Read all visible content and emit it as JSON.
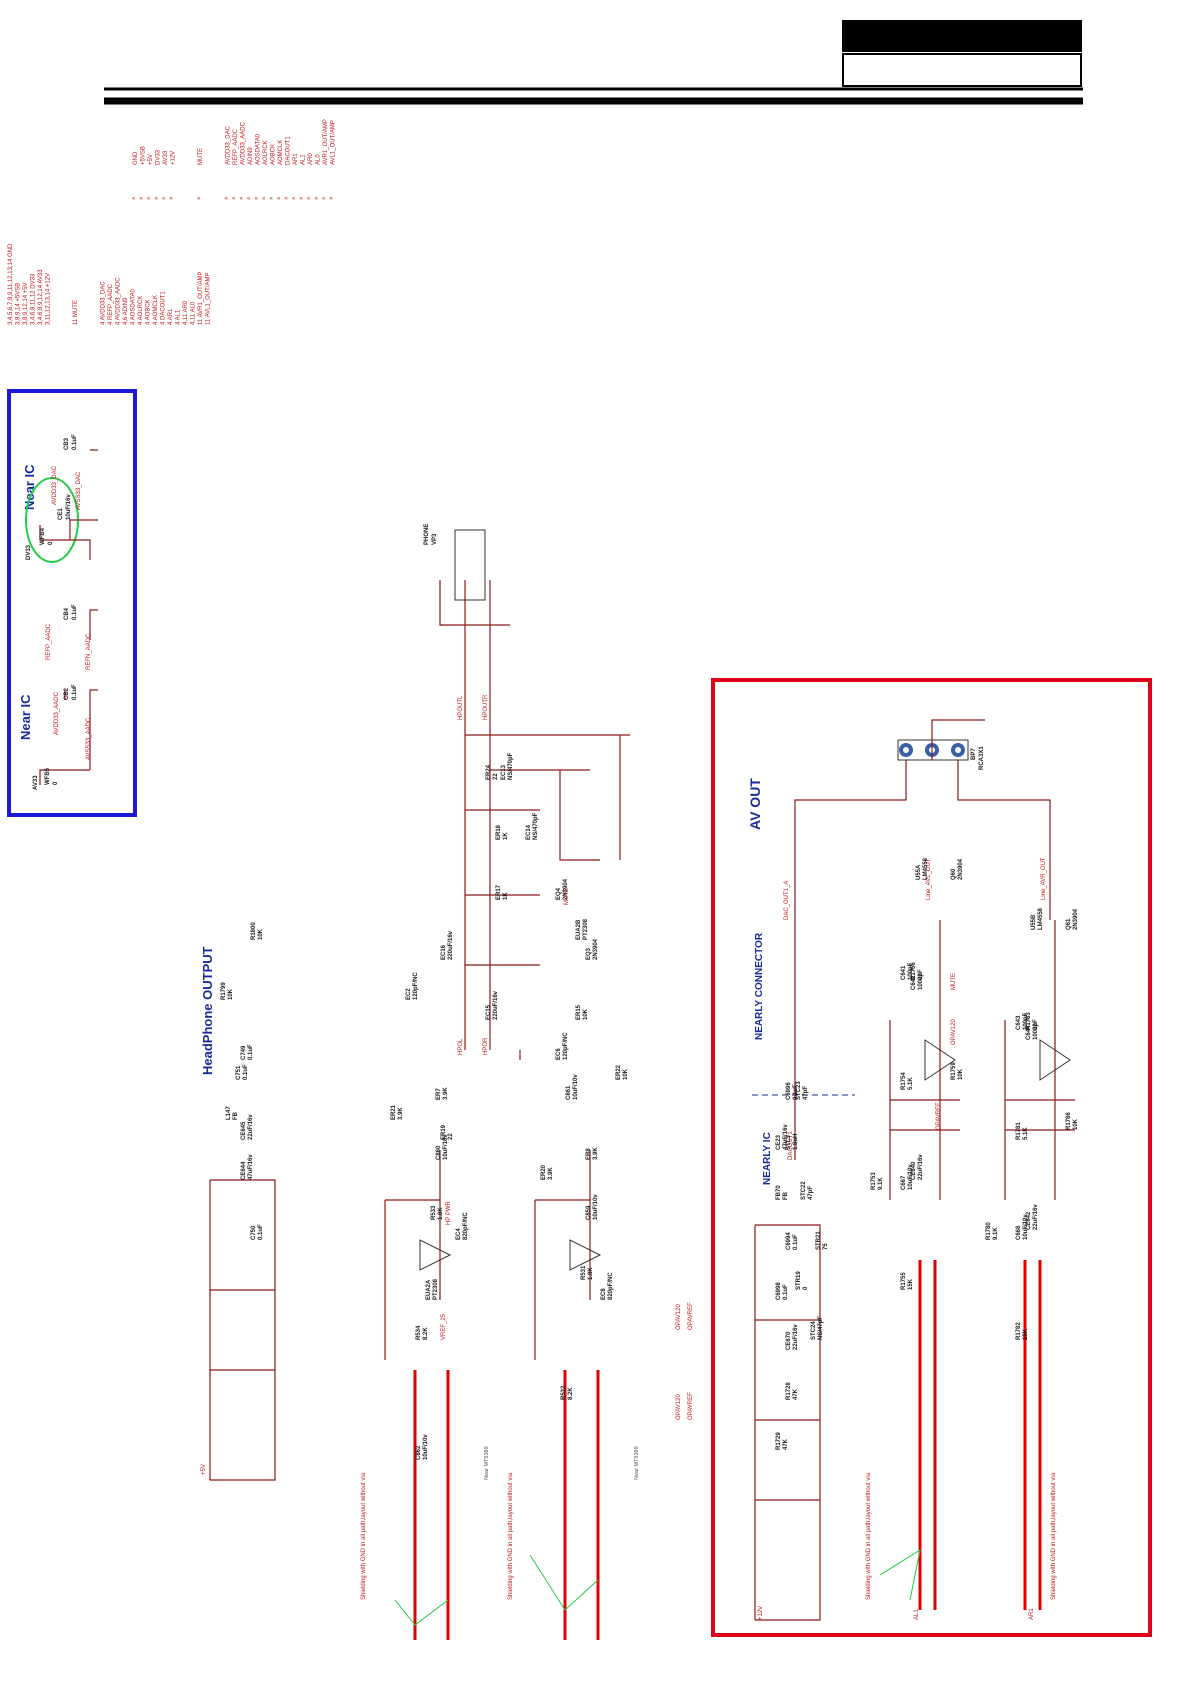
{
  "titles": {
    "near_ic_1": "Near IC",
    "near_ic_2": "Near IC",
    "headphone_output": "HeadPhone OUTPUT",
    "av_out": "AV OUT",
    "nearly_connector": "NEARLY CONNECTOR",
    "nearly_ic": "NEARLY IC"
  },
  "port_list_left": [
    "3,4,5,6,7,8,9,11,12,13,14  GND",
    "3,8,9,14  +5VSB",
    "3,8,9,12,14  +5V",
    "3,4,6,8,11,12  DV33",
    "3,4,6,8,9,12,14  AV33",
    "3,11,12,13,14  +12V",
    "11  MUTE",
    "4  AVDD33_DAC",
    "4  REFP_AADC",
    "4  AVDD33_AADC",
    "4,6  ADIN9",
    "4  AOSDATA0",
    "4  AOLRCK",
    "4  AOBCK",
    "4  AOMCLK",
    "4  DACOUT1",
    "4  AR1",
    "4  AL1",
    "4,11  AR0",
    "4,11  AL0",
    "11  AVR1_OUT/AMP",
    "11  AVL1_OUT/AMP"
  ],
  "port_list_right": [
    "GND",
    "+5VSB",
    "+5V",
    "DV33",
    "AV33",
    "+12V",
    "MUTE",
    "AVDD33_DAC",
    "REFP_AADC",
    "AVDD33_AADC",
    "ADIN9",
    "AOSDATA0",
    "AOLRCK",
    "AOBCK",
    "AOMCLK",
    "DACOUT1",
    "AR1",
    "AL1",
    "AR0",
    "AL0",
    "AVR1_OUT/AMP",
    "AVL1_OUT/AMP"
  ],
  "near_ic_box": {
    "parts": [
      {
        "ref": "AV33",
        "val": ""
      },
      {
        "ref": "WFB5",
        "val": "0"
      },
      {
        "ref": "CB2",
        "val": "0.1uF"
      },
      {
        "ref": "CB4",
        "val": "0.1uF"
      },
      {
        "ref": "DV33",
        "val": ""
      },
      {
        "ref": "WFB4",
        "val": "0"
      },
      {
        "ref": "CE1",
        "val": "10uF/16v"
      },
      {
        "ref": "CB3",
        "val": "0.1uF"
      }
    ],
    "nets": [
      "AVDD33_AADC",
      "REFP_AADC",
      "AVSS33_AADC",
      "REFN_AADC",
      "AVDD33_DAC",
      "AVSS33_DAC"
    ]
  },
  "headphone": {
    "connector": {
      "ref": "VP3",
      "name": "PHONE"
    },
    "nets": [
      "HPOUTL",
      "HPOUTR",
      "HPOL",
      "HPOR",
      "MUTE",
      "HP PWR",
      "VREF_25",
      "+5V"
    ],
    "parts": [
      {
        "ref": "EC13",
        "val": "NS/470pF"
      },
      {
        "ref": "EC14",
        "val": "NS/470pF"
      },
      {
        "ref": "EQ4",
        "val": "2N3904"
      },
      {
        "ref": "EQ3",
        "val": "2N3904"
      },
      {
        "ref": "ER15",
        "val": "10K"
      },
      {
        "ref": "ER22",
        "val": "10K"
      },
      {
        "ref": "ER19",
        "val": "22"
      },
      {
        "ref": "ER24",
        "val": "22"
      },
      {
        "ref": "ER18",
        "val": "1K"
      },
      {
        "ref": "ER17",
        "val": "1K"
      },
      {
        "ref": "EC16",
        "val": "220uF/16v"
      },
      {
        "ref": "EC15",
        "val": "220uF/16v"
      },
      {
        "ref": "C751",
        "val": "0.1uF"
      },
      {
        "ref": "CE645",
        "val": "22uF/16v"
      },
      {
        "ref": "R1800",
        "val": "10K"
      },
      {
        "ref": "R1799",
        "val": "10K"
      },
      {
        "ref": "C749",
        "val": "0.1uF"
      },
      {
        "ref": "L147",
        "val": "FB"
      },
      {
        "ref": "CE644",
        "val": "47uF/16v"
      },
      {
        "ref": "C750",
        "val": "0.1uF"
      },
      {
        "ref": "EUA2A",
        "val": "PT2308"
      },
      {
        "ref": "EUA2B",
        "val": "PT2308"
      },
      {
        "ref": "EC2",
        "val": "120pF/NC"
      },
      {
        "ref": "EC6",
        "val": "120pF/NC"
      },
      {
        "ref": "ER21",
        "val": "3.9K"
      },
      {
        "ref": "ER20",
        "val": "3.9K"
      },
      {
        "ref": "EC4",
        "val": "820pF/NC"
      },
      {
        "ref": "EC8",
        "val": "820pF/NC"
      },
      {
        "ref": "ER7",
        "val": "3.9K"
      },
      {
        "ref": "ER8",
        "val": "3.9K"
      },
      {
        "ref": "R533",
        "val": "1.8K"
      },
      {
        "ref": "R531",
        "val": "1.8K"
      },
      {
        "ref": "R534",
        "val": "8.2K"
      },
      {
        "ref": "R532",
        "val": "8.2K"
      },
      {
        "ref": "C862",
        "val": "10uF/10v"
      },
      {
        "ref": "C861",
        "val": "10uF/10v"
      },
      {
        "ref": "C860",
        "val": "10uF/10v"
      },
      {
        "ref": "C859",
        "val": "10uF/10v"
      }
    ],
    "notes": [
      "Shielding with GND in all path,layout without via",
      "Near MT5389"
    ]
  },
  "av_out": {
    "connector": {
      "ref": "RCA3X1",
      "val": "BP7"
    },
    "nets": [
      "Line_AVL_OUT",
      "Line_AVR_OUT",
      "OPAV120",
      "OPAVREF",
      "DAC_OUT1_A",
      "DACOUT1",
      "MUTE",
      "+12V",
      "AL1",
      "AR1"
    ],
    "parts": [
      {
        "ref": "Q60",
        "val": "2N3904"
      },
      {
        "ref": "Q61",
        "val": "2N3904"
      },
      {
        "ref": "R1756",
        "val": "22"
      },
      {
        "ref": "R1783",
        "val": "22"
      },
      {
        "ref": "R1759",
        "val": "10K"
      },
      {
        "ref": "R1786",
        "val": "10K"
      },
      {
        "ref": "CE640",
        "val": "22uF/16v"
      },
      {
        "ref": "CE642",
        "val": "22uF/16v"
      },
      {
        "ref": "U55A",
        "val": "LM4558"
      },
      {
        "ref": "U55B",
        "val": "LM4558"
      },
      {
        "ref": "C641",
        "val": "100pF"
      },
      {
        "ref": "C643",
        "val": "100pF"
      },
      {
        "ref": "R1753",
        "val": "9.1K"
      },
      {
        "ref": "R1780",
        "val": "9.1K"
      },
      {
        "ref": "R1755",
        "val": "15K"
      },
      {
        "ref": "R1782",
        "val": "15K"
      },
      {
        "ref": "C642",
        "val": "1000pF"
      },
      {
        "ref": "C644",
        "val": "1000pF"
      },
      {
        "ref": "R1754",
        "val": "5.1K"
      },
      {
        "ref": "R1781",
        "val": "5.1K"
      },
      {
        "ref": "C667",
        "val": "10uF/10v"
      },
      {
        "ref": "C668",
        "val": "10uF/10v"
      },
      {
        "ref": "STR19",
        "val": "0"
      },
      {
        "ref": "STC24",
        "val": "NS/47pF"
      },
      {
        "ref": "STC23",
        "val": "47pF"
      },
      {
        "ref": "STL3",
        "val": "1.8uH"
      },
      {
        "ref": "STC22",
        "val": "47pF"
      },
      {
        "ref": "STR21",
        "val": "75"
      },
      {
        "ref": "C6998",
        "val": "0.1uF"
      },
      {
        "ref": "CE670",
        "val": "22uF/16v"
      },
      {
        "ref": "R1728",
        "val": "47K"
      },
      {
        "ref": "R1729",
        "val": "47K"
      },
      {
        "ref": "C6996",
        "val": "0.1uF"
      },
      {
        "ref": "CE23",
        "val": "47uF/16v"
      },
      {
        "ref": "FB70",
        "val": "FB"
      },
      {
        "ref": "C6994",
        "val": "0.1uF"
      }
    ],
    "opav_ports": [
      "OPAV120",
      "OPAVREF"
    ],
    "notes": [
      "Shielding with GND in all path,layout without via"
    ]
  },
  "colors": {
    "wire": "#8b1a1a",
    "net": "#c0141a",
    "frame_blue": "#1a1ad6",
    "frame_red": "#e0001a",
    "ellipse": "#22cc44"
  }
}
